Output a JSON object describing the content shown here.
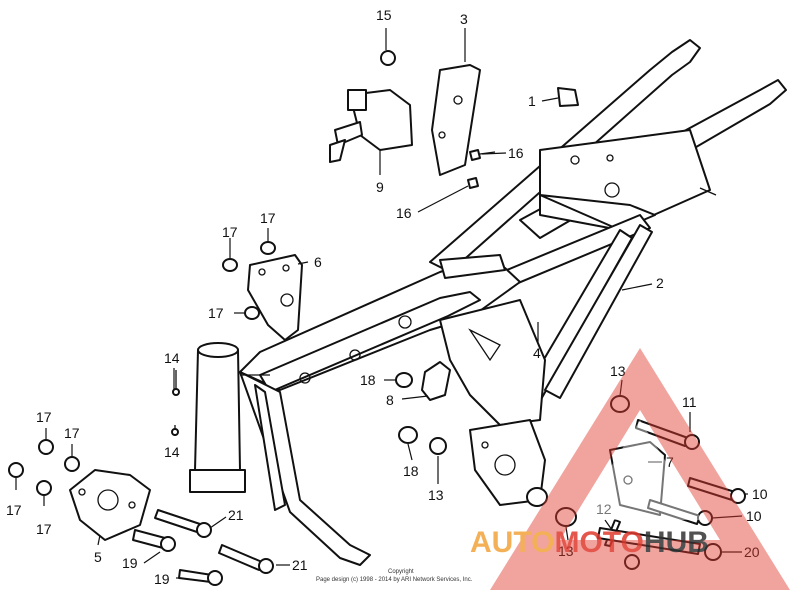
{
  "callouts": [
    {
      "id": "c15",
      "text": "15"
    },
    {
      "id": "c3",
      "text": "3"
    },
    {
      "id": "c1",
      "text": "1"
    },
    {
      "id": "c9",
      "text": "9"
    },
    {
      "id": "c16a",
      "text": "16"
    },
    {
      "id": "c16b",
      "text": "16"
    },
    {
      "id": "c17a",
      "text": "17"
    },
    {
      "id": "c17b",
      "text": "17"
    },
    {
      "id": "c6",
      "text": "6"
    },
    {
      "id": "c17c",
      "text": "17"
    },
    {
      "id": "c2",
      "text": "2"
    },
    {
      "id": "c4",
      "text": "4"
    },
    {
      "id": "c14a",
      "text": "14"
    },
    {
      "id": "c18a",
      "text": "18"
    },
    {
      "id": "c8",
      "text": "8"
    },
    {
      "id": "c13a",
      "text": "13"
    },
    {
      "id": "c11",
      "text": "11"
    },
    {
      "id": "c14b",
      "text": "14"
    },
    {
      "id": "c18b",
      "text": "18"
    },
    {
      "id": "c13b",
      "text": "13"
    },
    {
      "id": "c7",
      "text": "7"
    },
    {
      "id": "c17d",
      "text": "17"
    },
    {
      "id": "c17e",
      "text": "17"
    },
    {
      "id": "c17f",
      "text": "17"
    },
    {
      "id": "c17g",
      "text": "17"
    },
    {
      "id": "c10a",
      "text": "10"
    },
    {
      "id": "c12",
      "text": "12"
    },
    {
      "id": "c10b",
      "text": "10"
    },
    {
      "id": "c21a",
      "text": "21"
    },
    {
      "id": "c5",
      "text": "5"
    },
    {
      "id": "c19a",
      "text": "19"
    },
    {
      "id": "c13c",
      "text": "13"
    },
    {
      "id": "c20",
      "text": "20"
    },
    {
      "id": "c21b",
      "text": "21"
    },
    {
      "id": "c19b",
      "text": "19"
    }
  ],
  "copyright": {
    "line1": "Copyright",
    "line2": "Page design (c) 1998 - 2014 by ARI Network Services, Inc."
  },
  "watermark": {
    "part1": "AUTO",
    "part2": "MOTO",
    "part3": "HUB",
    "color_main": "#e03a2f",
    "color_secondary": "#f2a33a",
    "color_dark": "#333333"
  }
}
